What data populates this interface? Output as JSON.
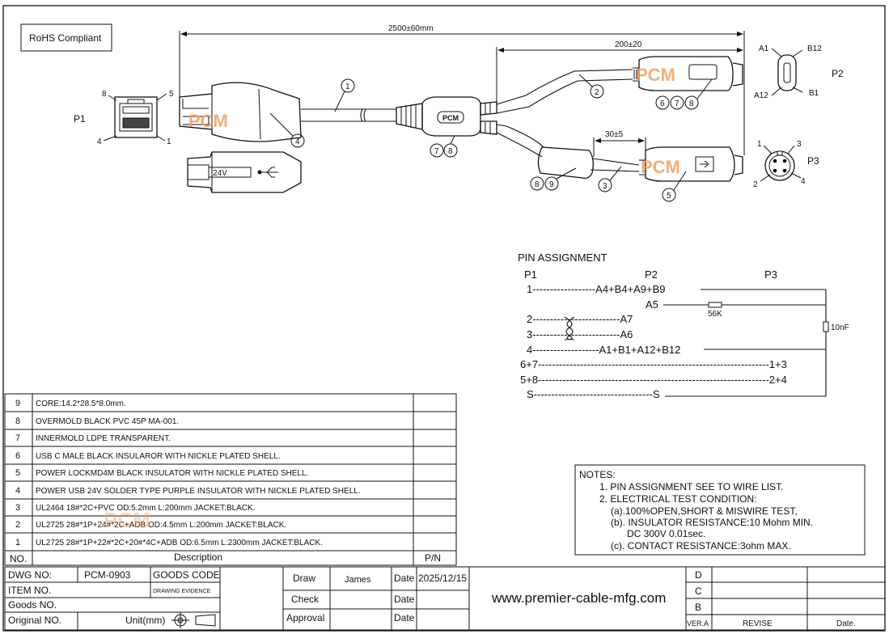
{
  "rohs": "RoHS Compliant",
  "connectors": {
    "p1": "P1",
    "p2": "P2",
    "p3": "P3",
    "p1_pins": [
      "8",
      "5",
      "4",
      "1"
    ],
    "p2_pins": [
      "A1",
      "B12",
      "A12",
      "B1"
    ],
    "p3_pins": [
      "1",
      "3",
      "2",
      "4"
    ],
    "label_24v": "24V",
    "pcm_logo": "PCM",
    "pcm_badge": "PCM"
  },
  "dimensions": {
    "overall": "2500±60mm",
    "branch": "200±20",
    "split": "30±5"
  },
  "balloons": {
    "b1": "1",
    "b2": "2",
    "b3": "3",
    "b4": "4",
    "b5": "5",
    "p2_group": [
      "6",
      "7",
      "8"
    ],
    "mold_group": [
      "7",
      "8"
    ],
    "split_group": [
      "8",
      "9"
    ]
  },
  "pin_assignment": {
    "title": "PIN ASSIGNMENT",
    "headers": [
      "P1",
      "P2",
      "P3"
    ],
    "rows": [
      "1------------------A4+B4+A9+B9",
      "A5",
      "2-------------------------A7",
      "3-------------------------A6",
      "4-------------------A1+B1+A12+B12",
      "6+7------------------------------------------------------------------1+3",
      "5+8------------------------------------------------------------------2+4",
      "S----------------------------------S"
    ],
    "resistor": "56K",
    "capacitor": "10nF"
  },
  "bom": {
    "rows": [
      {
        "no": "9",
        "desc": "CORE:14.2*28.5*8.0mm."
      },
      {
        "no": "8",
        "desc": "OVERMOLD BLACK PVC 45P MA-001."
      },
      {
        "no": "7",
        "desc": "INNERMOLD LDPE TRANSPARENT."
      },
      {
        "no": "6",
        "desc": "USB C MALE BLACK INSULAROR WITH NICKLE PLATED SHELL."
      },
      {
        "no": "5",
        "desc": "POWER LOCKMD4M BLACK INSULATOR WITH NICKLE PLATED SHELL."
      },
      {
        "no": "4",
        "desc": "POWER USB 24V SOLDER TYPE PURPLE INSULATOR WITH NICKLE PLATED SHELL."
      },
      {
        "no": "3",
        "desc": "UL2464 18#*2C+PVC OD:5.2mm L:200mm JACKET:BLACK."
      },
      {
        "no": "2",
        "desc": "UL2725 28#*1P+24#*2C+ADB OD:4.5mm L:200mm JACKET:BLACK."
      },
      {
        "no": "1",
        "desc": "UL2725 28#*1P+22#*2C+20#*4C+ADB OD:6.5mm L:2300mm JACKET:BLACK."
      }
    ],
    "header": {
      "no": "NO.",
      "desc": "Description",
      "pn": "P/N"
    }
  },
  "notes": {
    "title": "NOTES:",
    "lines": [
      "1. PIN ASSIGNMENT SEE TO WIRE LIST.",
      "2. ELECTRICAL TEST CONDITION:",
      "(a).100%OPEN,SHORT & MISWIRE TEST,",
      "(b). INSULATOR RESISTANCE:10 Mohm MIN.",
      "DC 300V 0.01sec.",
      "(c). CONTACT RESISTANCE:3ohm MAX."
    ]
  },
  "title_block": {
    "dwg_no_label": "DWG NO:",
    "dwg_no": "PCM-0903",
    "goods_code_label": "GOODS CODE",
    "item_no_label": "ITEM NO.",
    "drawing_evidence": "DRAWING EVIDENCE",
    "goods_no_label": "Goods NO.",
    "original_no_label": "Original NO.",
    "unit_label": "Unit(mm)",
    "draw_label": "Draw",
    "draw_name": "James",
    "check_label": "Check",
    "approval_label": "Approval",
    "date_label": "Date",
    "date_value": "2025/12/15",
    "website": "www.premier-cable-mfg.com",
    "revisions": [
      "D",
      "C",
      "B"
    ],
    "ver_label": "VER.A",
    "revise_label": "REVISE",
    "rev_date_label": "Date."
  }
}
